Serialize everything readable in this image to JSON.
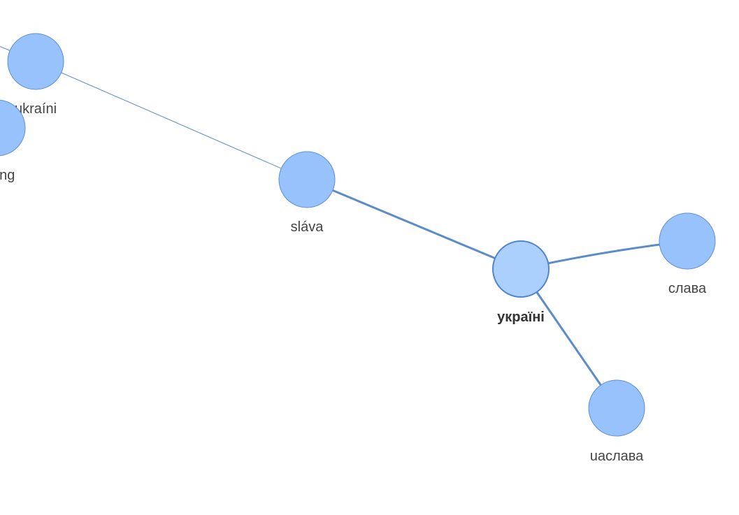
{
  "nodes": [
    {
      "id": "n_ukraini_latin",
      "label": "ukraíni",
      "selected": false
    },
    {
      "id": "n_ing",
      "label": "ing",
      "selected": false
    },
    {
      "id": "n_slava_latin",
      "label": "sláva",
      "selected": false
    },
    {
      "id": "n_ukraini_cyr",
      "label": "україні",
      "selected": true
    },
    {
      "id": "n_slava_cyr",
      "label": "слава",
      "selected": false
    },
    {
      "id": "n_uaslava",
      "label": "uaслава",
      "selected": false
    }
  ],
  "edges": [
    {
      "from": "offscreen_left",
      "to": "n_ukraini_latin",
      "weight": 1
    },
    {
      "from": "n_ukraini_latin",
      "to": "n_slava_latin",
      "weight": 1
    },
    {
      "from": "n_slava_latin",
      "to": "n_ukraini_cyr",
      "weight": 3
    },
    {
      "from": "n_ukraini_cyr",
      "to": "n_slava_cyr",
      "weight": 3
    },
    {
      "from": "n_ukraini_cyr",
      "to": "n_uaslava",
      "weight": 3
    }
  ],
  "colors": {
    "node_fill": "#97c2fc",
    "node_fill_selected": "#acd0fd",
    "node_border": "#5b8fd6",
    "edge": "#5b8bc9",
    "label": "#444444",
    "background": "#ffffff"
  }
}
